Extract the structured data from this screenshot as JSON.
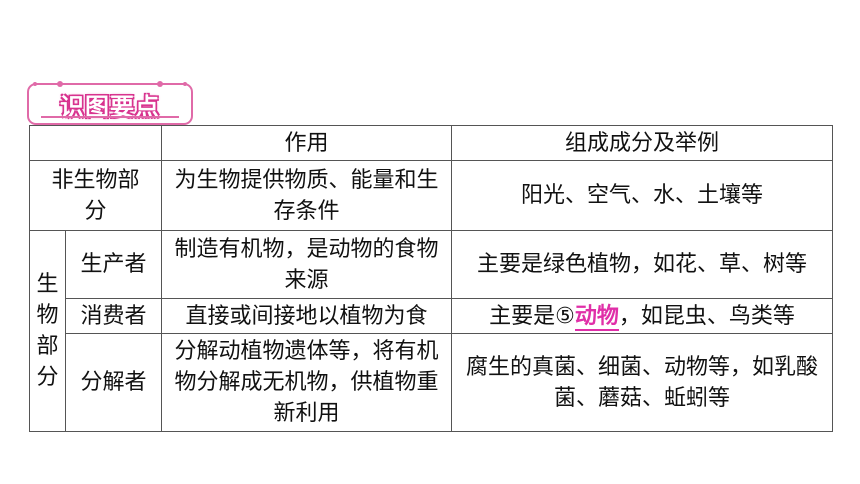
{
  "badge": {
    "title": "识图要点"
  },
  "table": {
    "header": {
      "col_function": "作用",
      "col_composition": "组成成分及举例"
    },
    "nonliving": {
      "label": "非生物部分",
      "function": "为生物提供物质、能量和生存条件",
      "composition": "阳光、空气、水、土壤等"
    },
    "living_label": "生物部分",
    "living_label_chars": [
      "生",
      "物",
      "部",
      "分"
    ],
    "producer": {
      "label": "生产者",
      "function": "制造有机物，是动物的食物来源",
      "composition": "主要是绿色植物，如花、草、树等"
    },
    "consumer": {
      "label": "消费者",
      "function": "直接或间接地以植物为食",
      "composition_prefix": "主要是⑤",
      "answer": "动物",
      "composition_suffix": "，如昆虫、鸟类等"
    },
    "decomposer": {
      "label": "分解者",
      "function": "分解动植物遗体等，将有机物分解成无机物，供植物重新利用",
      "composition": "腐生的真菌、细菌、动物等，如乳酸菌、蘑菇、蚯蚓等"
    }
  },
  "colors": {
    "accent": "#e02fa8",
    "badge_border": "#e06aa8"
  }
}
